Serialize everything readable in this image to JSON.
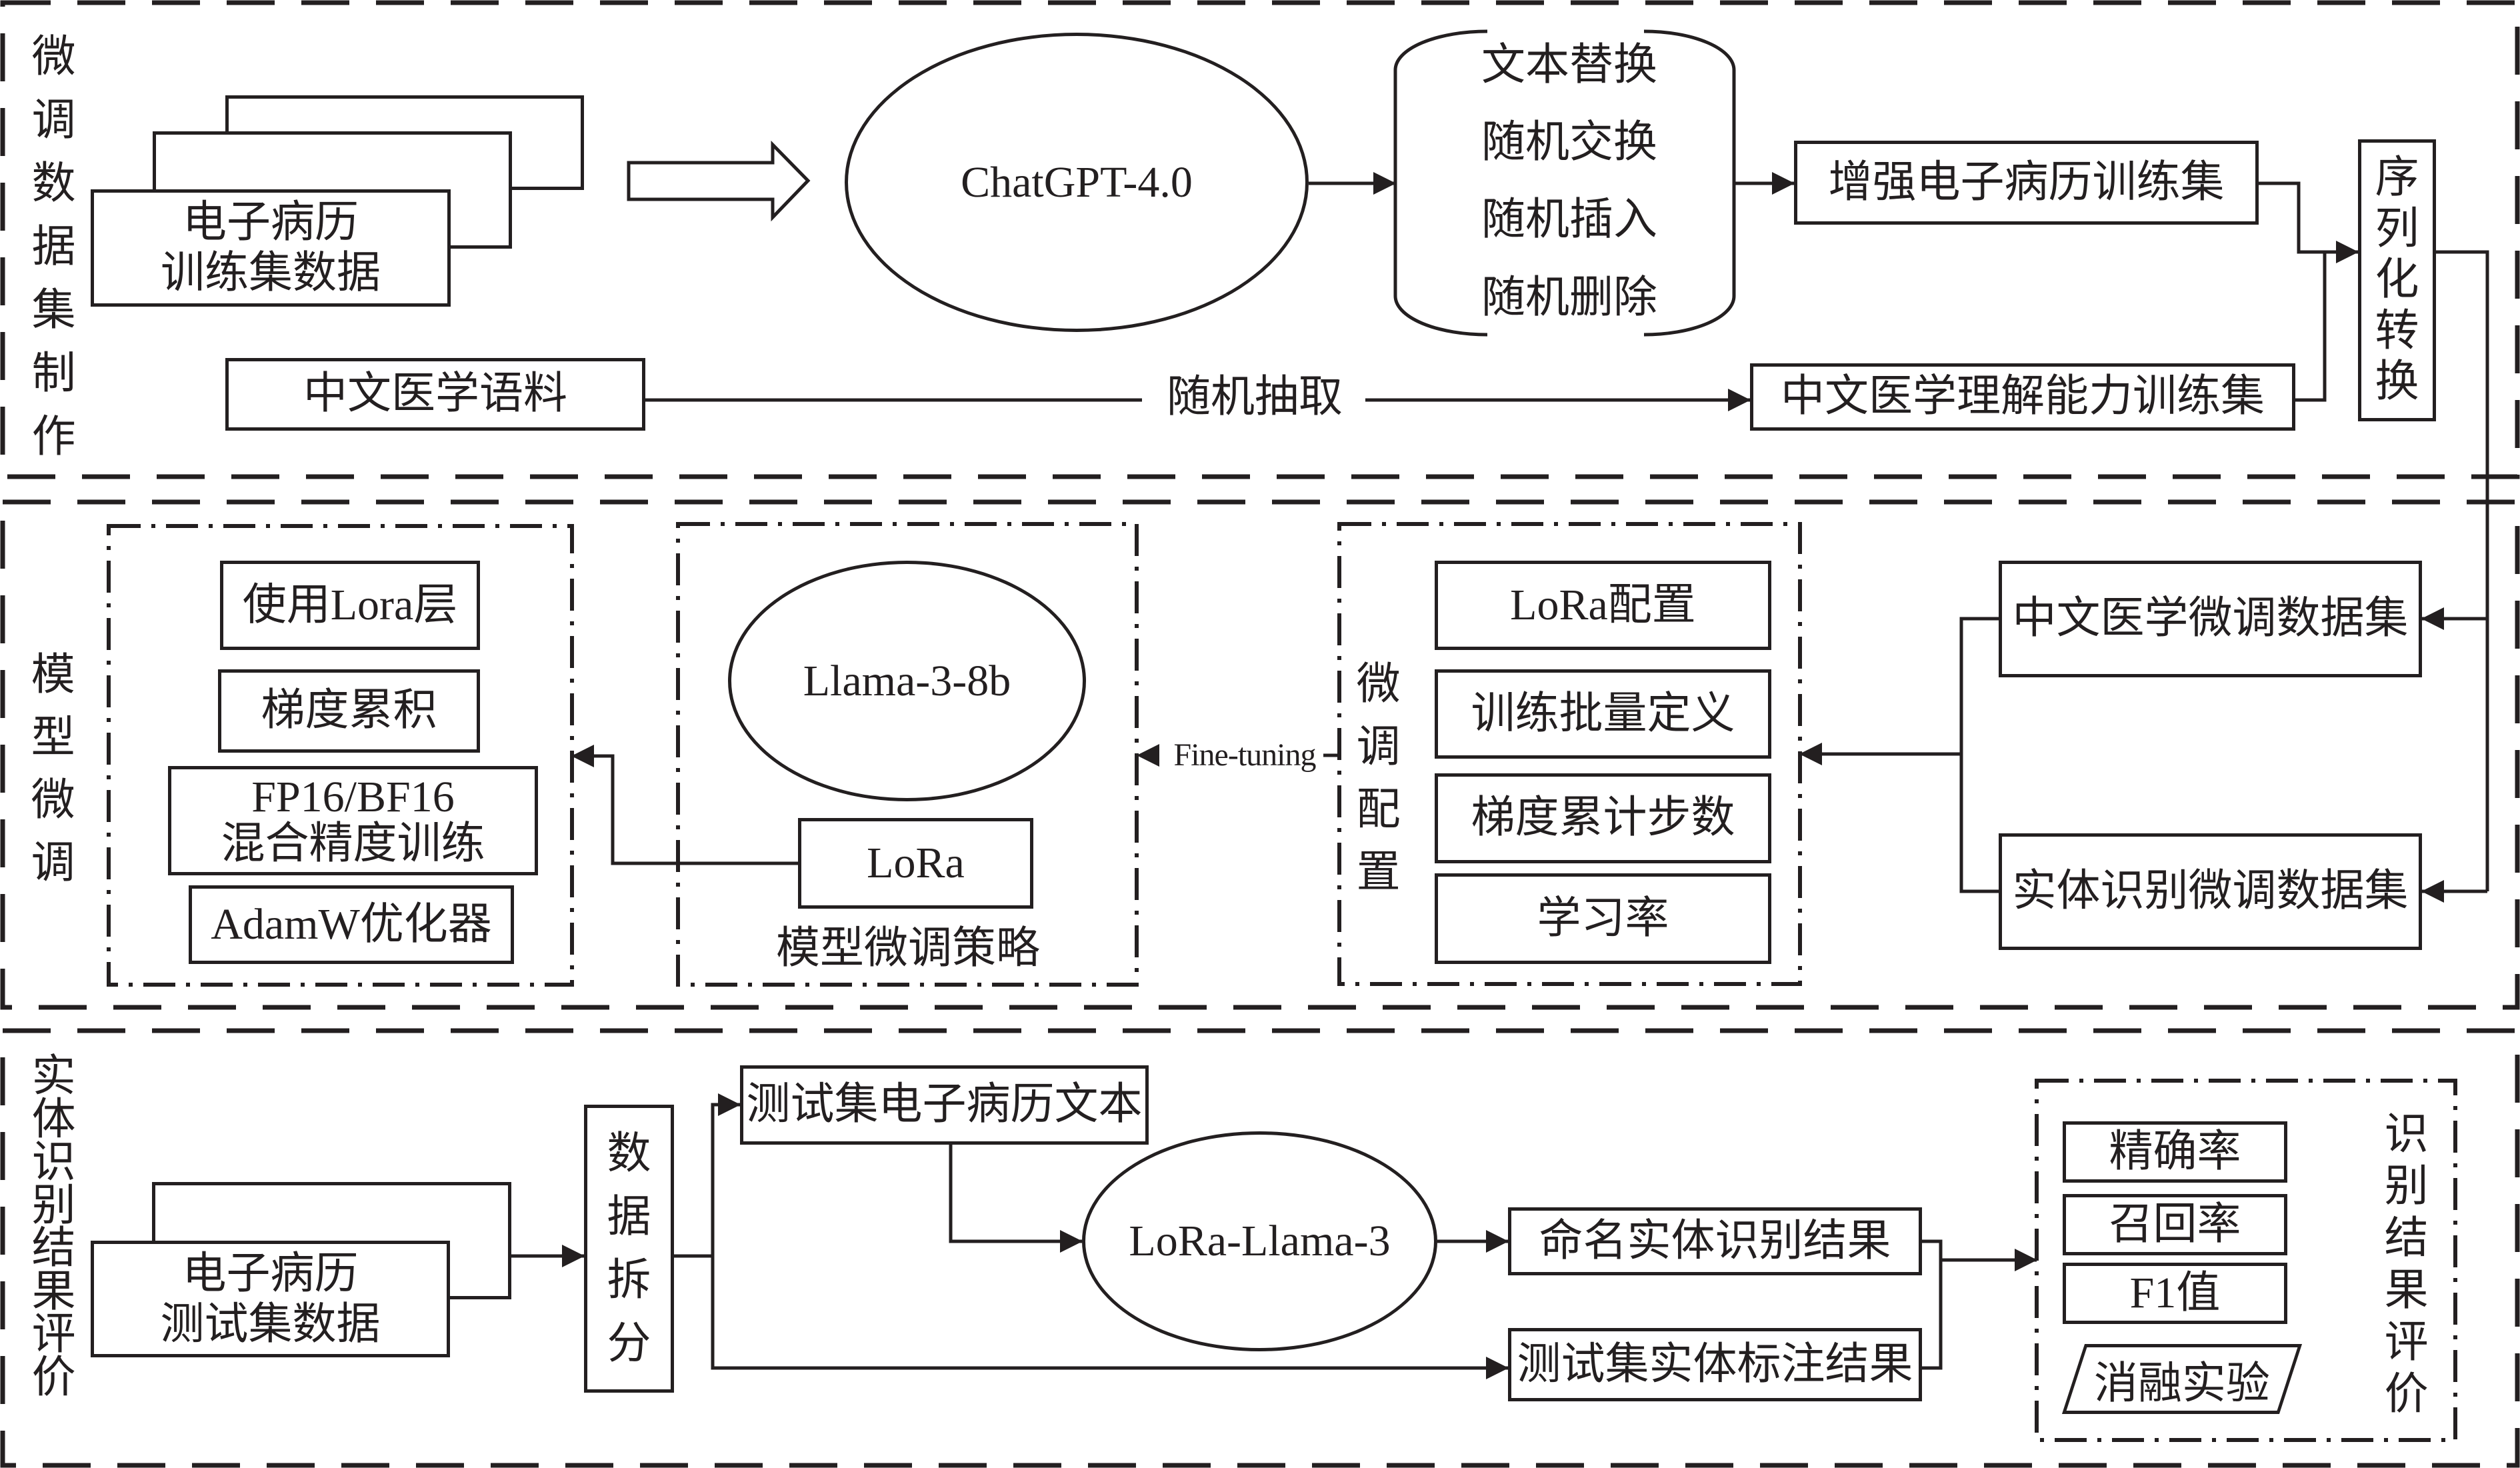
{
  "theme": {
    "line_color": "#231f20",
    "background": "#ffffff"
  },
  "dataset_construction": {
    "section_label": "微调数据集制作",
    "emr_training_data": {
      "line1": "电子病历",
      "line2": "训练集数据"
    },
    "augmentation_model": "ChatGPT-4.0",
    "augmentation_methods": [
      "文本替换",
      "随机交换",
      "随机插入",
      "随机删除"
    ],
    "augmented_emr_training_set": "增强电子病历训练集",
    "chinese_medical_corpus": "中文医学语料",
    "sampling_label": "随机抽取",
    "medical_understanding_training_set": "中文医学理解能力训练集",
    "serialization": "序列化转换"
  },
  "model_finetuning": {
    "section_label": "模型微调",
    "training_techniques": [
      {
        "lines": [
          "使用Lora层"
        ]
      },
      {
        "lines": [
          "梯度累积"
        ]
      },
      {
        "lines": [
          "FP16/BF16",
          "混合精度训练"
        ]
      },
      {
        "lines": [
          "AdamW优化器"
        ]
      }
    ],
    "base_model": "Llama-3-8b",
    "adapter": "LoRa",
    "strategy_caption": "模型微调策略",
    "finetuning_label": "Fine-tuning",
    "config_label": "微调配置",
    "config_items": [
      "LoRa配置",
      "训练批量定义",
      "梯度累计步数",
      "学习率"
    ],
    "datasets": [
      "中文医学微调数据集",
      "实体识别微调数据集"
    ]
  },
  "evaluation": {
    "section_label": "实体识别结果评价",
    "emr_test_data": {
      "line1": "电子病历",
      "line2": "测试集数据"
    },
    "data_split": "数据拆分",
    "test_emr_text": "测试集电子病历文本",
    "finetuned_model": "LoRa-Llama-3",
    "ner_results": "命名实体识别结果",
    "test_annotations": "测试集实体标注结果",
    "metrics": [
      "精确率",
      "召回率",
      "F1值"
    ],
    "ablation": "消融实验",
    "metrics_label": "识别结果评价"
  }
}
